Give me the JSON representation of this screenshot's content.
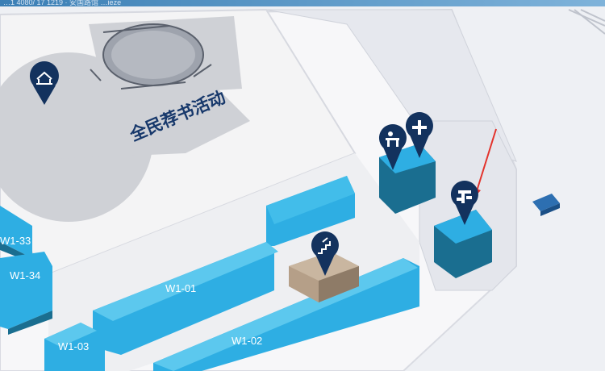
{
  "top_bar": {
    "text": "…1 4080/ 17 1219 · 安国路馆 …ieze"
  },
  "event_area": {
    "label": "全民荐书活动"
  },
  "zones": [
    {
      "id": "W1-01",
      "label": "W1-01"
    },
    {
      "id": "W1-02",
      "label": "W1-02"
    },
    {
      "id": "W1-03",
      "label": "W1-03"
    },
    {
      "id": "W1-33",
      "label": "W1-33"
    },
    {
      "id": "W1-34",
      "label": "W1-34"
    }
  ],
  "markers": [
    {
      "name": "event-pin",
      "icon": "stage-icon"
    },
    {
      "name": "service-desk-pin",
      "icon": "service-desk-icon"
    },
    {
      "name": "medical-pin",
      "icon": "plus-icon"
    },
    {
      "name": "stairs-pin",
      "icon": "stairs-icon"
    },
    {
      "name": "info-pin",
      "icon": "info-icon"
    }
  ],
  "colors": {
    "building_blue": "#2eaee3",
    "building_dark": "#1a6e90",
    "pin_navy": "#13325e",
    "label_navy": "#17386b",
    "floor": "#f2f2f4",
    "highlight_arrow": "#e3322b"
  }
}
